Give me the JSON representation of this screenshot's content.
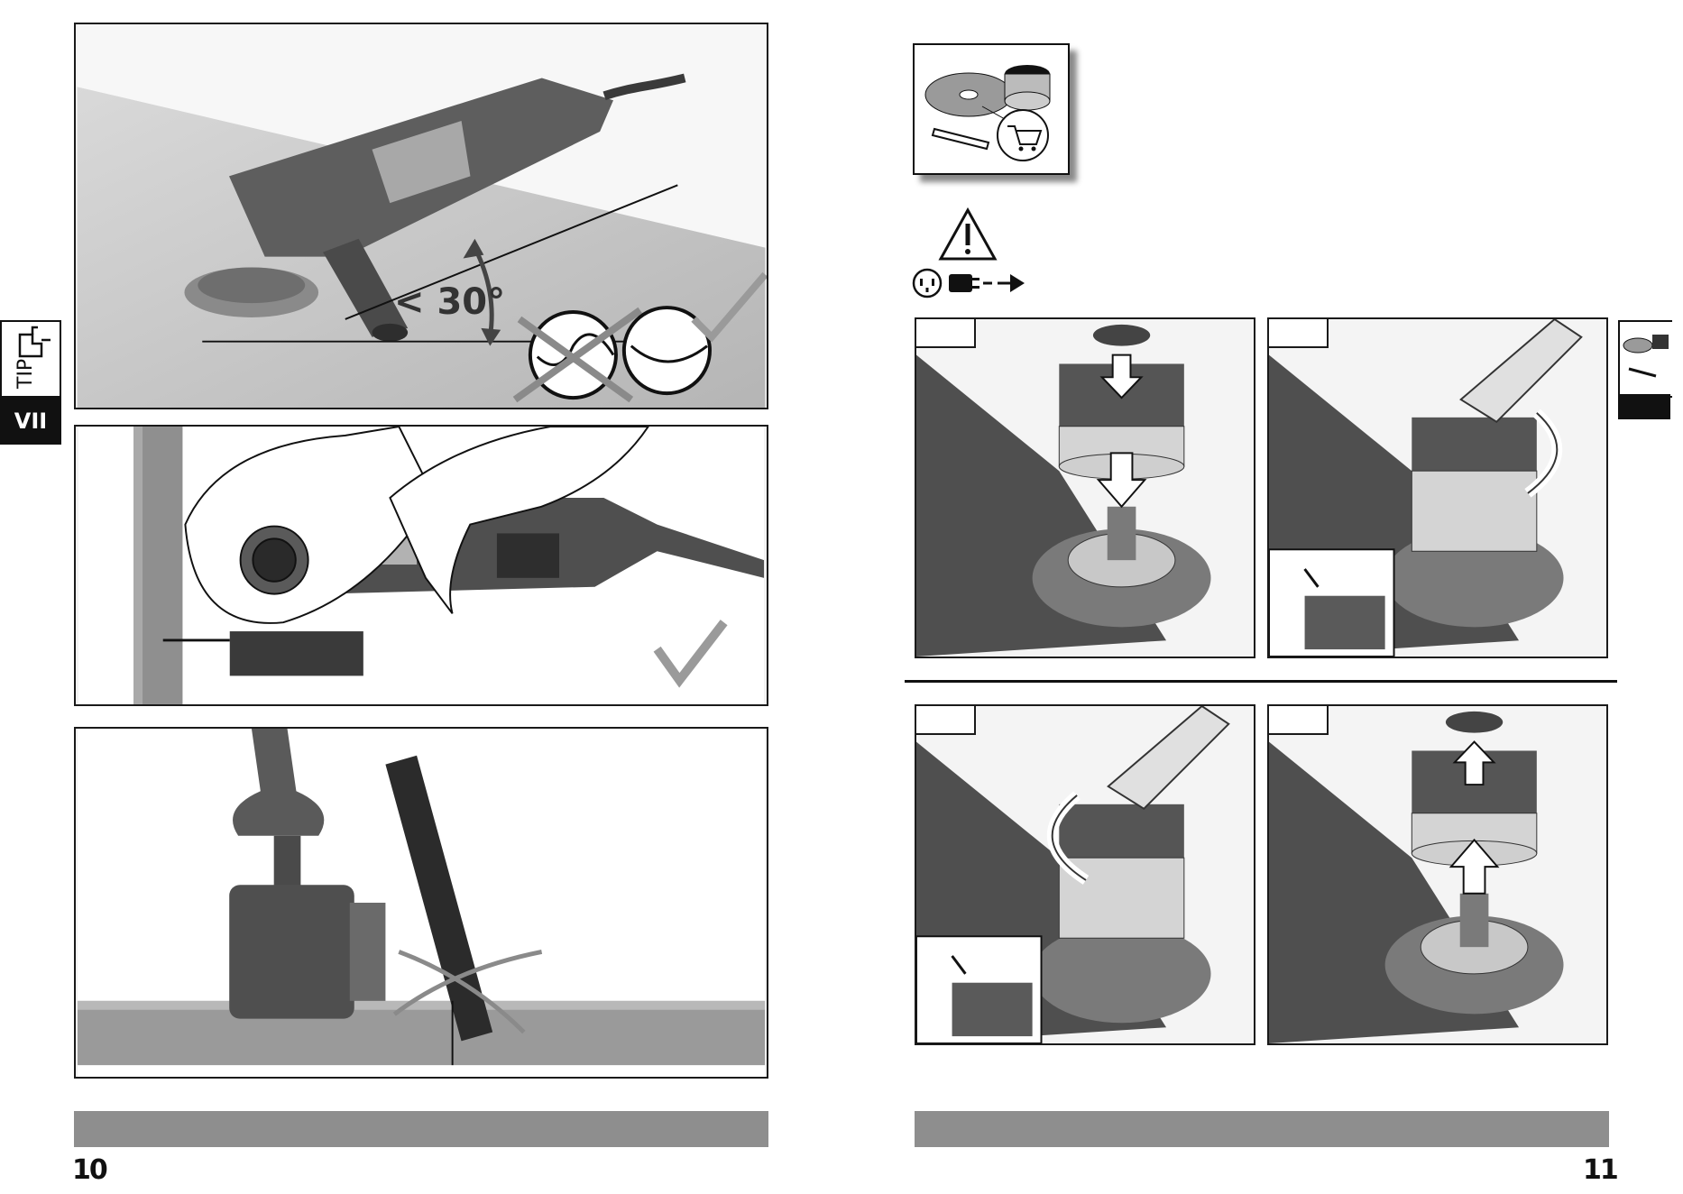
{
  "left_page": {
    "tip_tab": {
      "icon": "hand-pointing-icon",
      "text": "TIP",
      "section": "VII"
    },
    "panel1": {
      "angle_label": "< 30°"
    },
    "page_number": "10"
  },
  "right_page": {
    "accessory_box": {
      "icons": [
        "grinding-disc-icon",
        "wire-cup-brush-icon",
        "wrench-icon",
        "shopping-cart-icon"
      ]
    },
    "warning": {
      "icons": [
        "warning-triangle-icon",
        "power-outlet-icon",
        "unplug-arrow-icon"
      ]
    },
    "page_number": "11"
  },
  "colors": {
    "footer_bar": "#8e8e8e",
    "tab_black": "#111111",
    "panel_gray": "#f2f2f2"
  }
}
